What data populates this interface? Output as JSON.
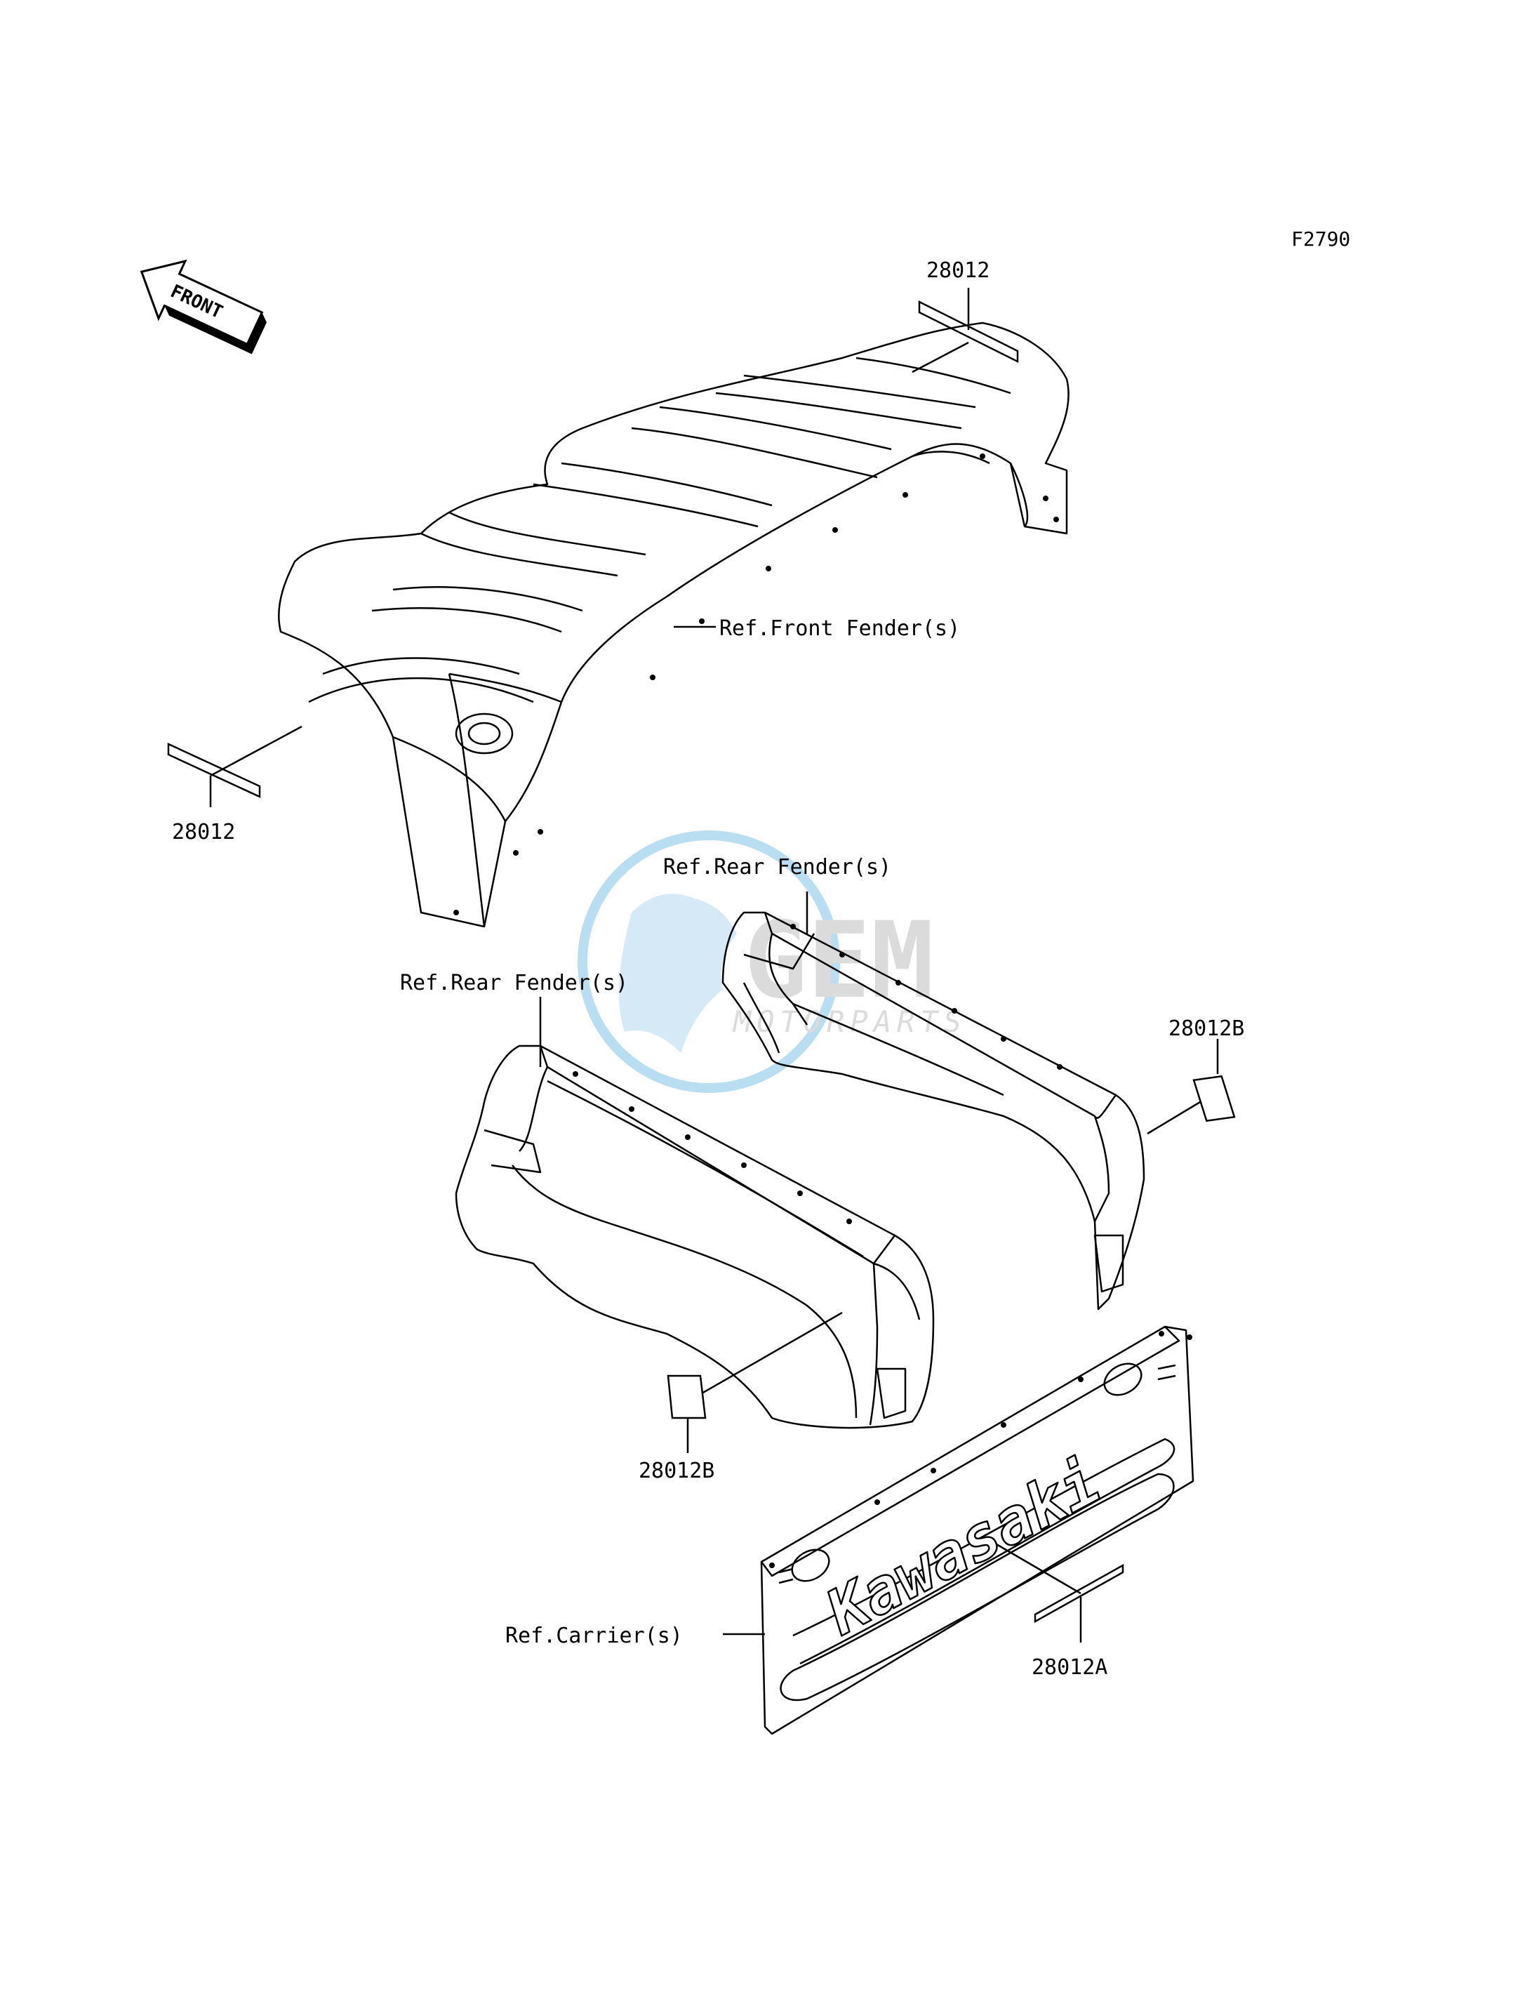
{
  "figure_code": "F2790",
  "front_arrow": {
    "label": "FRONT"
  },
  "callouts": {
    "sticker_top": "28012",
    "sticker_left": "28012",
    "sticker_rear_right": "28012B",
    "sticker_rear_left": "28012B",
    "sticker_carrier": "28012A"
  },
  "references": {
    "front_fender": "Ref.Front Fender(s)",
    "rear_fender_right": "Ref.Rear Fender(s)",
    "rear_fender_left": "Ref.Rear Fender(s)",
    "carrier": "Ref.Carrier(s)"
  },
  "carrier_brand": "Kawasaki",
  "watermark": {
    "brand": "GEM",
    "sub": "MOTORPARTS"
  },
  "colors": {
    "line": "#000000",
    "watermark_blue": "#3aa0d8",
    "watermark_grey": "#9a9a9a"
  }
}
